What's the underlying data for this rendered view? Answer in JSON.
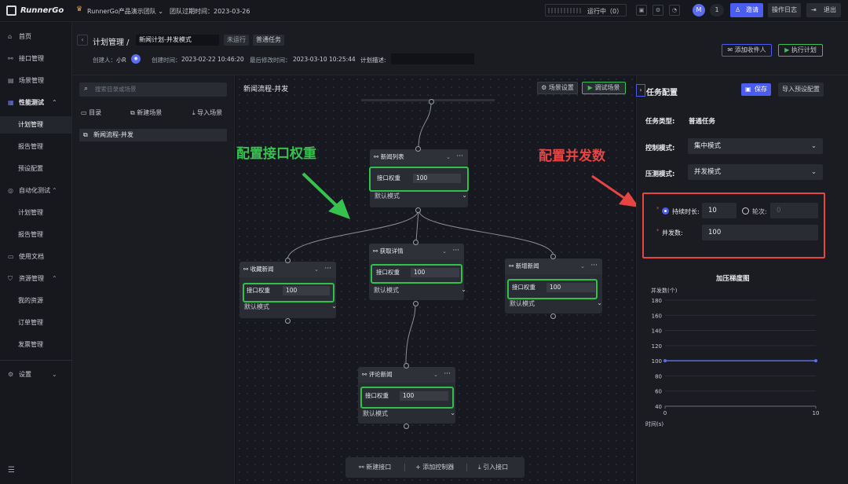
{
  "topbar": {
    "logo_text": "RunnerGo",
    "team_name": "RunnerGo产品演示团队",
    "expire_text": "团队过期时间：2023-03-26",
    "running_label": "运行中（0）",
    "avatar_letter": "M",
    "notice_count": "1",
    "invite_label": "邀请",
    "log_label": "操作日志",
    "logout_label": "退出"
  },
  "sidebar": {
    "items": [
      {
        "label": "首页",
        "icon": "home-icon"
      },
      {
        "label": "接口管理",
        "icon": "link-icon"
      },
      {
        "label": "场景管理",
        "icon": "layers-icon"
      },
      {
        "label": "性能测试",
        "icon": "chart-icon"
      },
      {
        "label": "计划管理"
      },
      {
        "label": "报告管理"
      },
      {
        "label": "预设配置"
      },
      {
        "label": "自动化测试",
        "icon": "robot-icon"
      },
      {
        "label": "计划管理"
      },
      {
        "label": "报告管理"
      },
      {
        "label": "使用文档",
        "icon": "doc-icon"
      },
      {
        "label": "资源管理",
        "icon": "shield-icon"
      },
      {
        "label": "我的资源"
      },
      {
        "label": "订单管理"
      },
      {
        "label": "发票管理"
      },
      {
        "label": "设置",
        "icon": "gear-icon"
      }
    ]
  },
  "header": {
    "breadcrumb_root": "计划管理 /",
    "plan_name": "新闻计划-并发模式",
    "status_tag": "未运行",
    "type_tag": "普通任务",
    "creator_label": "创建人：",
    "creator_name": "小R",
    "created_label": "创建时间：",
    "created_value": "2023-02-22 10:46:20",
    "modified_label": "最后修改时间：",
    "modified_value": "2023-03-10 10:25:44",
    "desc_label": "计划描述:",
    "add_receiver_label": "添加收件人",
    "execute_label": "执行计划"
  },
  "tree": {
    "search_placeholder": "搜索目录或场景",
    "dir_label": "目录",
    "new_scene_label": "新建场景",
    "import_label": "导入场景",
    "item_label": "新闻流程-并发"
  },
  "canvas": {
    "title": "新闻流程-并发",
    "scene_settings_label": "场景设置",
    "debug_label": "调试场景",
    "weight_label": "接口权重",
    "mode_label": "默认模式",
    "nodes": [
      {
        "name": "新闻列表",
        "weight": "100"
      },
      {
        "name": "收藏新闻",
        "weight": "100"
      },
      {
        "name": "获取详情",
        "weight": "100"
      },
      {
        "name": "新增新闻",
        "weight": "100"
      },
      {
        "name": "评论新闻",
        "weight": "100"
      }
    ],
    "annotation_weight": "配置接口权重",
    "annotation_concurrency": "配置并发数",
    "new_api_label": "新建接口",
    "add_controller_label": "添加控制器",
    "import_api_label": "引入接口"
  },
  "config": {
    "title": "任务配置",
    "save_label": "保存",
    "import_preset_label": "导入预设配置",
    "task_type_label": "任务类型:",
    "task_type_value": "普通任务",
    "control_mode_label": "控制模式:",
    "control_mode_value": "集中模式",
    "press_mode_label": "压测模式:",
    "press_mode_value": "并发模式",
    "duration_label": "持续时长:",
    "duration_value": "10",
    "rounds_label": "轮次:",
    "rounds_value": "0",
    "concurrency_label": "并发数:",
    "concurrency_value": "100"
  },
  "chart_data": {
    "type": "line",
    "title": "加压梯度图",
    "ylabel": "并发数(个)",
    "xlabel": "时间(s)",
    "x": [
      0,
      10
    ],
    "y": [
      100,
      100
    ],
    "xlim": [
      0,
      10
    ],
    "ylim": [
      40,
      180
    ],
    "yticks": [
      40,
      60,
      80,
      100,
      120,
      140,
      160,
      180
    ],
    "xticks": [
      0,
      10
    ],
    "color": "#5b6cf0"
  }
}
